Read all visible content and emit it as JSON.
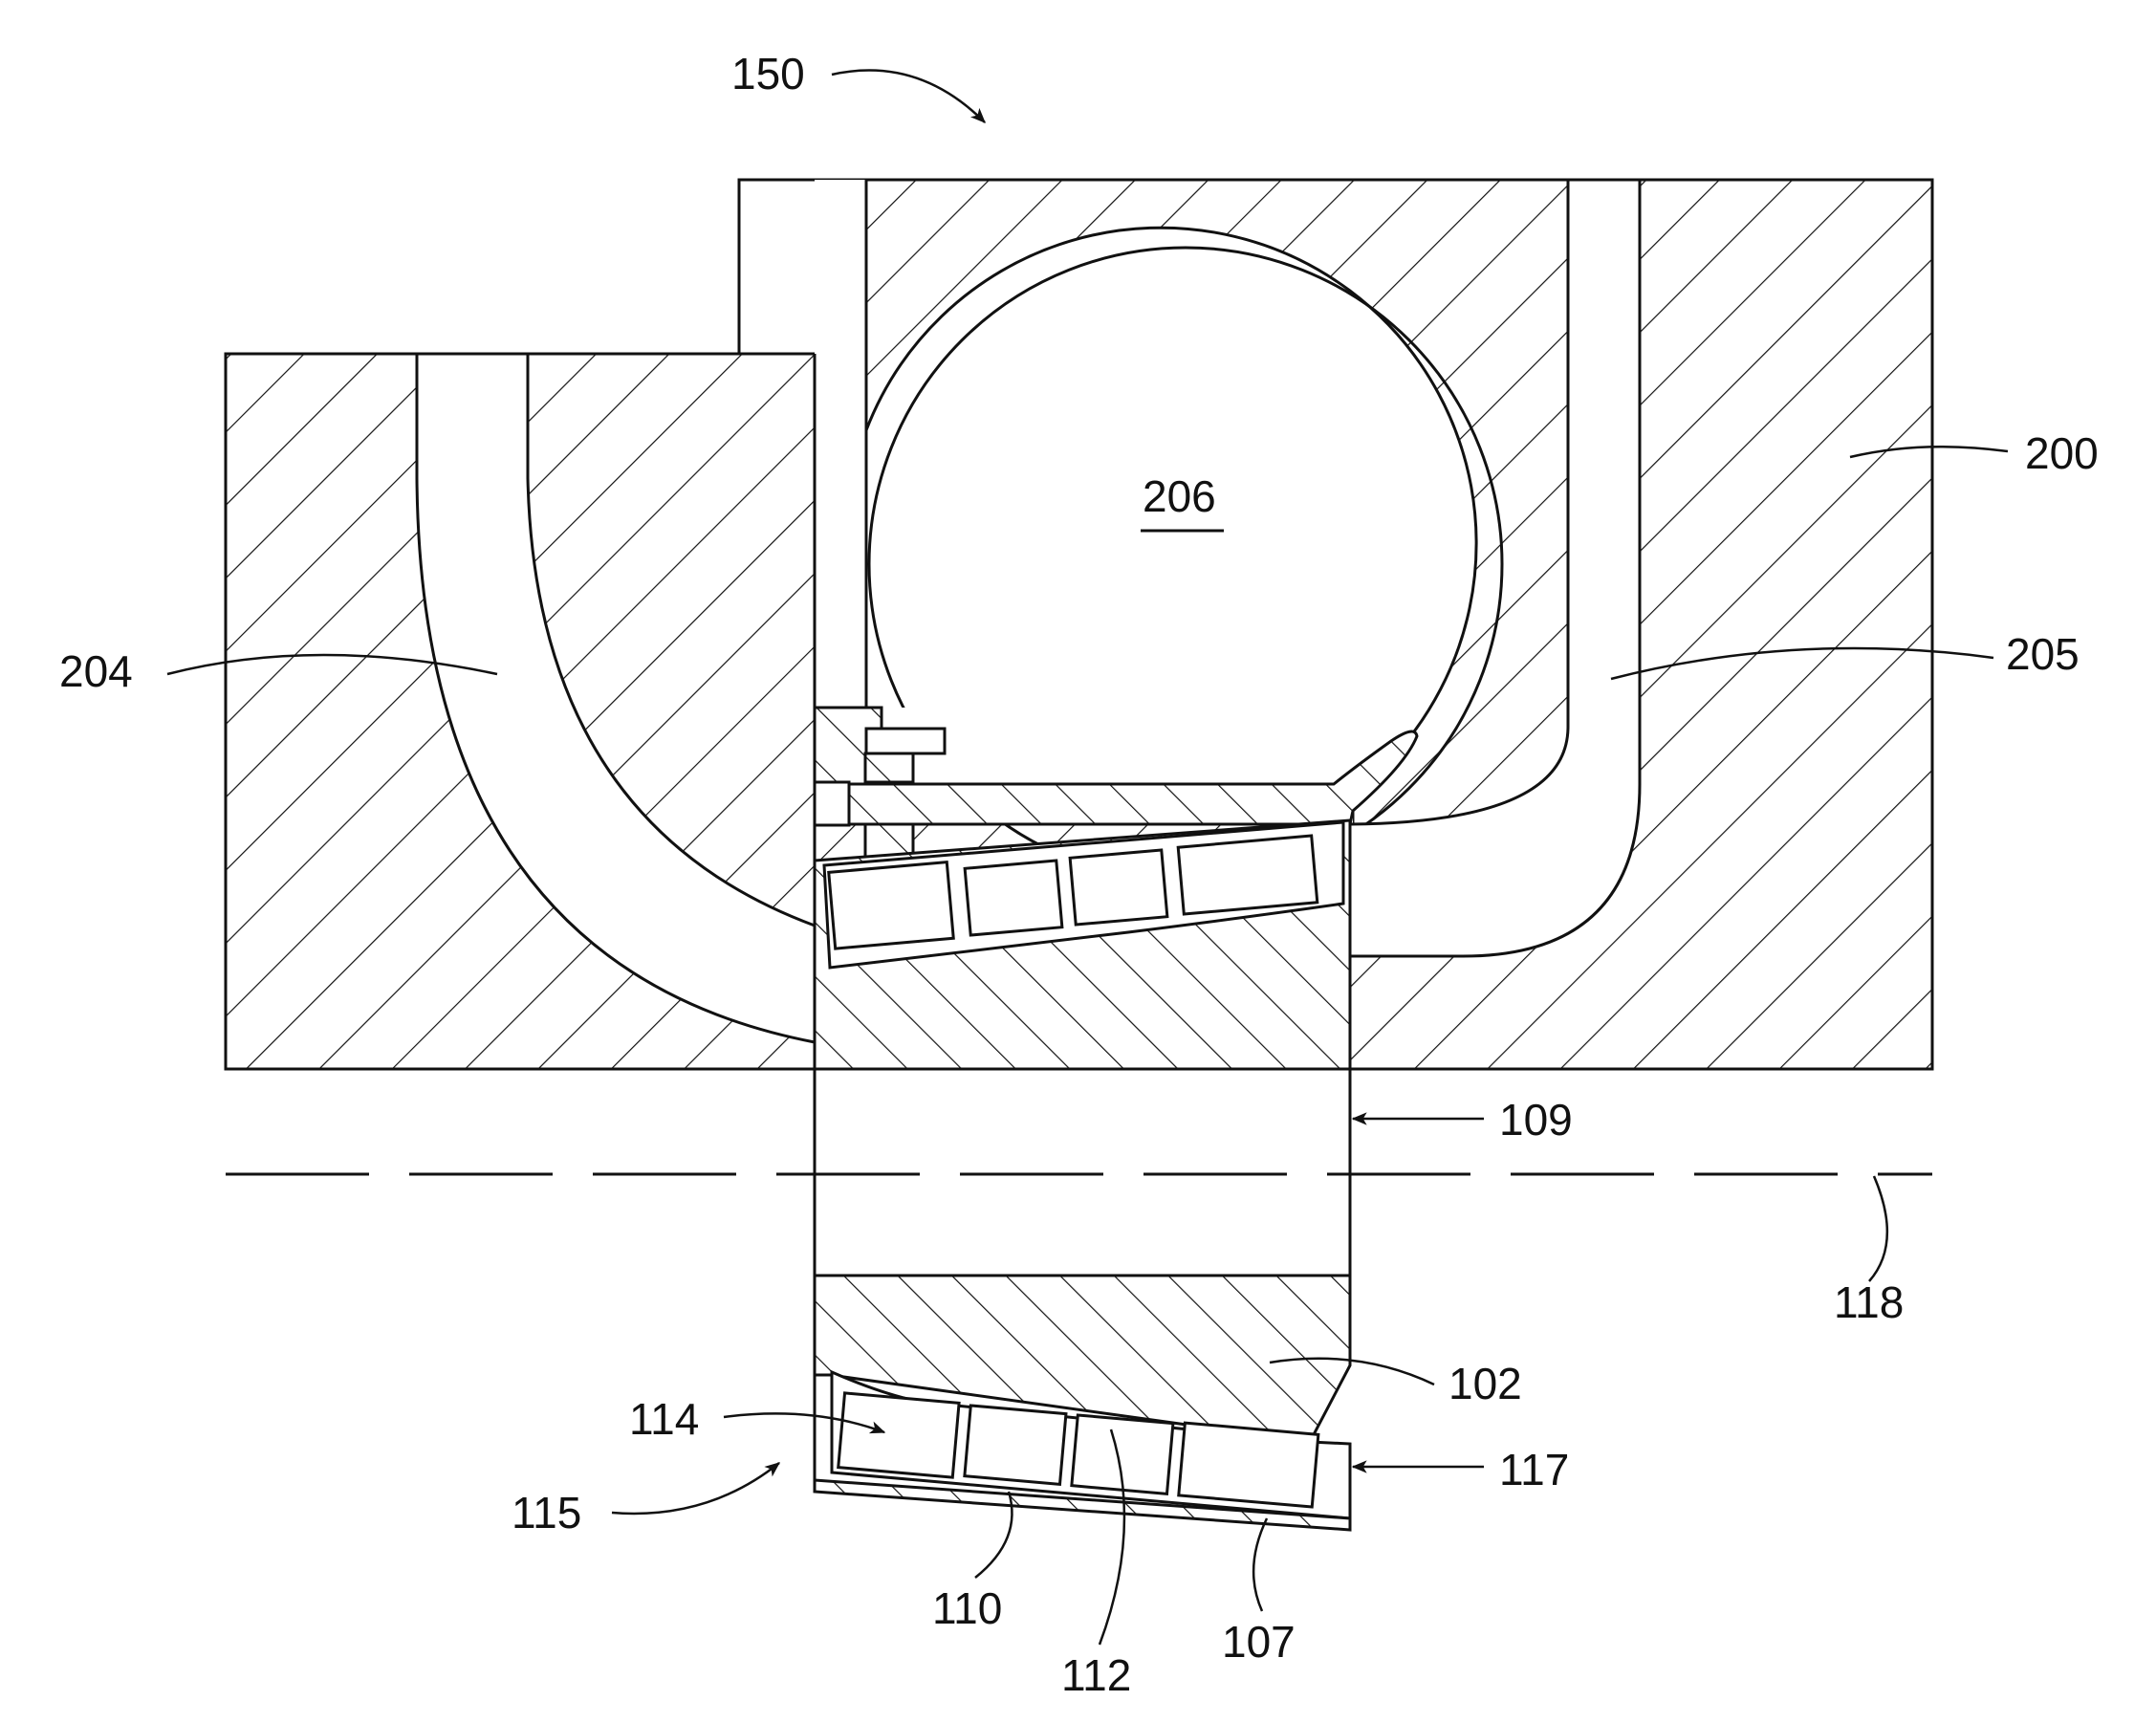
{
  "figure": {
    "reference_numerals": {
      "assembly": "150",
      "housing": "200",
      "ball_chamber": "206",
      "left_passage": "204",
      "right_passage": "205",
      "bore": "109",
      "axis": "118",
      "inner_ring": "102",
      "roller_end": "114",
      "lower_end": "115",
      "right_end": "117",
      "roller_row_a": "110",
      "roller_row_b": "112",
      "outer_ring": "107"
    }
  }
}
